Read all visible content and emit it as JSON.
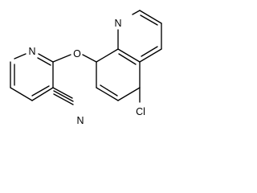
{
  "molecule": {
    "atoms": {
      "pyridine_n": "N",
      "ether_o": "O",
      "nitrile_n": "N",
      "quinoline_n": "N",
      "chloro": "Cl"
    }
  }
}
